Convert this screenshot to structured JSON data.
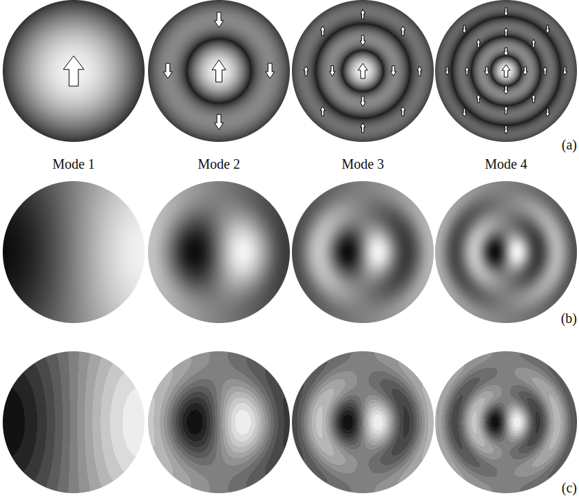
{
  "diagram": {
    "labels": [
      "Mode 1",
      "Mode 2",
      "Mode 3",
      "Mode 4",
      "(a)",
      "(b)",
      "(c)"
    ]
  }
}
